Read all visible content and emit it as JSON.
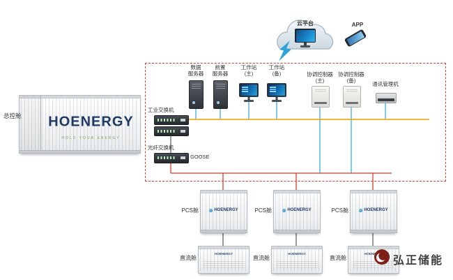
{
  "colors": {
    "boundary_red": "#e0392e",
    "bus_orange": "#f59d00",
    "wire_blue": "#2fa3dc",
    "wire_red": "#d93a28",
    "wire_dark": "#555555",
    "brand_navy": "#1f3a66",
    "logo_maroon": "#7e1f18"
  },
  "cloud": {
    "label": "云平台"
  },
  "app": {
    "label": "APP"
  },
  "control_room": {
    "data_server": "数据\n服务器",
    "front_server": "前置\n服务器",
    "workstation_main": "工作站\n(主)",
    "workstation_backup": "工作站\n(备)",
    "coordinator_main": "协调控制器\n(主)",
    "coordinator_backup": "协调控制器\n(备)",
    "comm_manager": "通讯管理机",
    "industrial_switch": "工业交换机",
    "fiber_switch": "光纤交换机",
    "goose": "GOOSE"
  },
  "cabins": {
    "master": "总控舱",
    "pcs": [
      "PCS舱",
      "PCS舱",
      "PCS舱"
    ],
    "dc": [
      "直流舱",
      "直流舱",
      "直流舱"
    ]
  },
  "branding": {
    "container_brand": "HOENERGY",
    "container_slogan": "HOLD YOUR ENERGY",
    "footer_logo": "弘正储能"
  }
}
